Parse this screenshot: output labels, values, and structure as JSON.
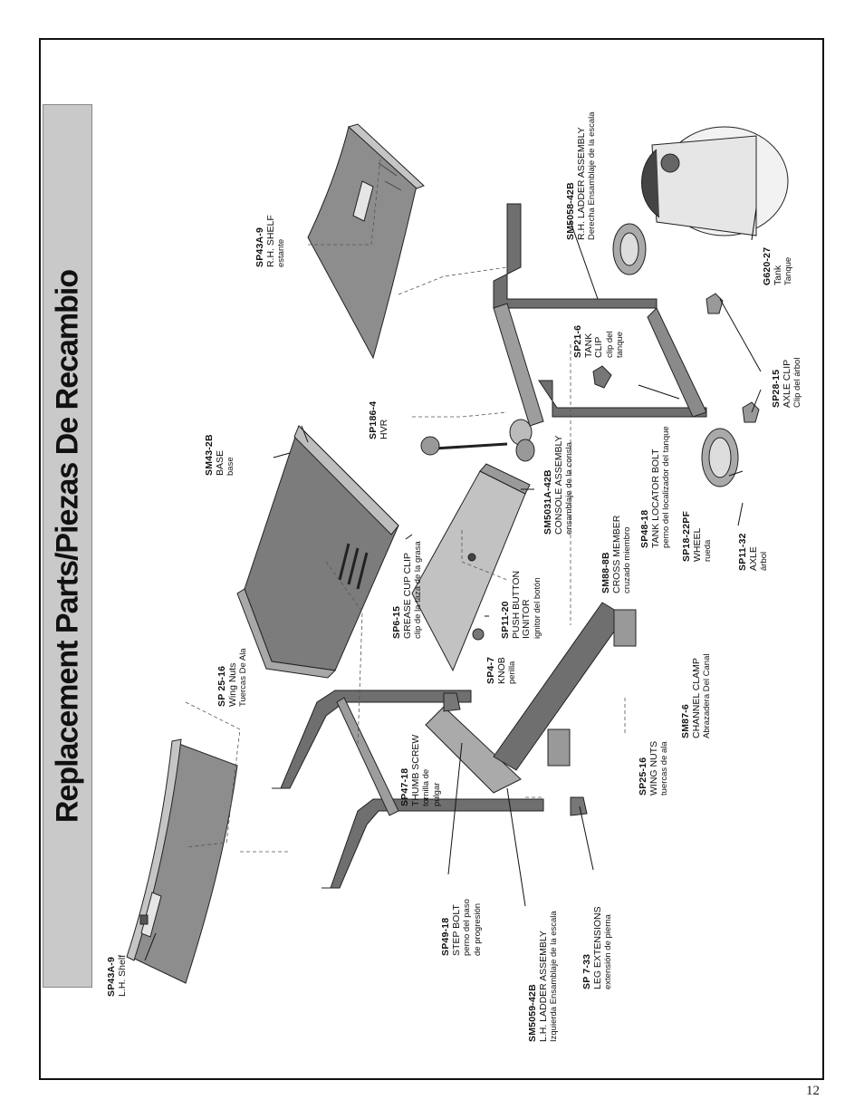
{
  "title": "Replacement Parts/Piezas De Recambio",
  "page_number": "12",
  "parts": {
    "lh_shelf": {
      "code": "SP43A-9",
      "name": "L.H. Shelf"
    },
    "rh_shelf": {
      "code": "SP43A-9",
      "name": "R.H. SHELF",
      "spanish": "estante"
    },
    "base": {
      "code": "SM43-2B",
      "name": "BASE",
      "spanish": "base"
    },
    "wing_nuts_top": {
      "code": "SP 25-16",
      "name": "Wing Nuts",
      "spanish": "Tuercas De Ala"
    },
    "hvr": {
      "code": "SP186-4",
      "name": "HVR"
    },
    "grease_cup_clip": {
      "code": "SP6-15",
      "name": "GREASE CUP CLIP",
      "spanish": "clip de la taza de la grasa"
    },
    "console_assembly": {
      "code": "SM5031A-42B",
      "name": "CONSOLE ASSEMBLY",
      "spanish": "ensamblaje de la consla"
    },
    "push_button_ignitor": {
      "code": "SP11-20",
      "name": "PUSH BUTTON",
      "name2": "IGNITOR",
      "spanish": "ignitor del botón"
    },
    "knob": {
      "code": "SP4-7",
      "name": "KNOB",
      "spanish": "perilla"
    },
    "thumb_screw": {
      "code": "SP47-18",
      "name": "THUMB SCREW",
      "spanish": "tornilla de",
      "spanish2": "pulgar"
    },
    "step_bolt": {
      "code": "SP49-18",
      "name": "STEP BOLT",
      "spanish": "perno del paso",
      "spanish2": "de progresión"
    },
    "lh_ladder": {
      "code": "SM5059-42B",
      "name": "L.H. LADDER ASSEMBLY",
      "spanish": "Izquierda Ensamblaje de la escala"
    },
    "leg_extensions": {
      "code": "SP 7-33",
      "name": "LEG EXTENSIONS",
      "spanish": "extensión de pierna"
    },
    "cross_member": {
      "code": "SM88-8B",
      "name": "CROSS MEMBER",
      "spanish": "cruzado miembro"
    },
    "channel_clamp": {
      "code": "SM87-6",
      "name": "CHANNEL CLAMP",
      "spanish": "Abrazadera Del Canal"
    },
    "wing_nuts_bottom": {
      "code": "SP25-16",
      "name": "WING NUTS",
      "spanish": "tuercas de ala"
    },
    "tank_locator_bolt": {
      "code": "SP48-18",
      "name": "TANK LOCATOR BOLT",
      "spanish": "perno del localizador del tanque"
    },
    "wheel": {
      "code": "SP18-22PF",
      "name": "WHEEL",
      "spanish": "rueda"
    },
    "axle": {
      "code": "SP11-32",
      "name": "AXLE",
      "spanish": "árbol"
    },
    "tank_clip": {
      "code": "SP21-6",
      "name": "TANK",
      "name2": "CLIP",
      "spanish": "clip del",
      "spanish2": "tanque"
    },
    "axle_clip": {
      "code": "SP28-15",
      "name": "AXLE CLIP",
      "spanish": "Clip del árbol"
    },
    "rh_ladder": {
      "code": "SM5058-42B",
      "name": "R.H. LADDER ASSEMBLY",
      "spanish": "Derecha Ensamblaje de la escala"
    },
    "tank": {
      "code": "G620-27",
      "name": "Tank",
      "spanish": "Tanque"
    }
  }
}
